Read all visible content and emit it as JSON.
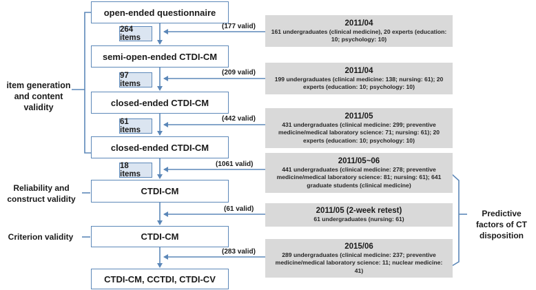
{
  "stages": [
    "open-ended questionnaire",
    "semi-open-ended CTDI-CM",
    "closed-ended CTDI-CM",
    "closed-ended CTDI-CM",
    "CTDI-CM",
    "CTDI-CM",
    "CTDI-CM, CCTDI, CTDI-CV"
  ],
  "item_counts": [
    "264 items",
    "97 items",
    "61 items",
    "18 items"
  ],
  "valid_counts": [
    "(177 valid)",
    "(209 valid)",
    "(442 valid)",
    "(1061 valid)",
    "(61 valid)",
    "(283 valid)"
  ],
  "samples": [
    {
      "date": "2011/04",
      "desc": "161 undergraduates  (clinical medicine), 20 experts (education: 10;  psychology: 10)"
    },
    {
      "date": "2011/04",
      "desc": "199 undergraduates  (clinical medicine: 138; nursing: 61); 20 experts (education: 10;  psychology: 10)"
    },
    {
      "date": "2011/05",
      "desc": "431 undergraduates (clinical medicine: 299; preventive medicine/medical laboratory  science: 71; nursing: 61); 20 experts (education: 10;  psychology: 10)"
    },
    {
      "date": "2011/05~06",
      "desc": "441 undergraduates  (clinical medicine: 278;  preventive medicine/medical laboratory  science: 81; nursing: 61); 641 graduate students  (clinical medicine)"
    },
    {
      "date": "2011/05 (2-week retest)",
      "desc": "61 undergraduates (nursing: 61)"
    },
    {
      "date": "2015/06",
      "desc": "289 undergraduates  (clinical medicine: 237; preventive medicine/medical laboratory  science: 11; nuclear medicine: 41)"
    }
  ],
  "side_labels": {
    "item_generation": "item generation and content validity",
    "reliability": "Reliability and construct validity",
    "criterion": "Criterion validity",
    "predictive": "Predictive factors of CT disposition"
  },
  "colors": {
    "box_border": "#5b87b8",
    "items_fill": "#dbe5f1",
    "info_fill": "#d9d9d9",
    "arrow": "#5b87b8"
  }
}
